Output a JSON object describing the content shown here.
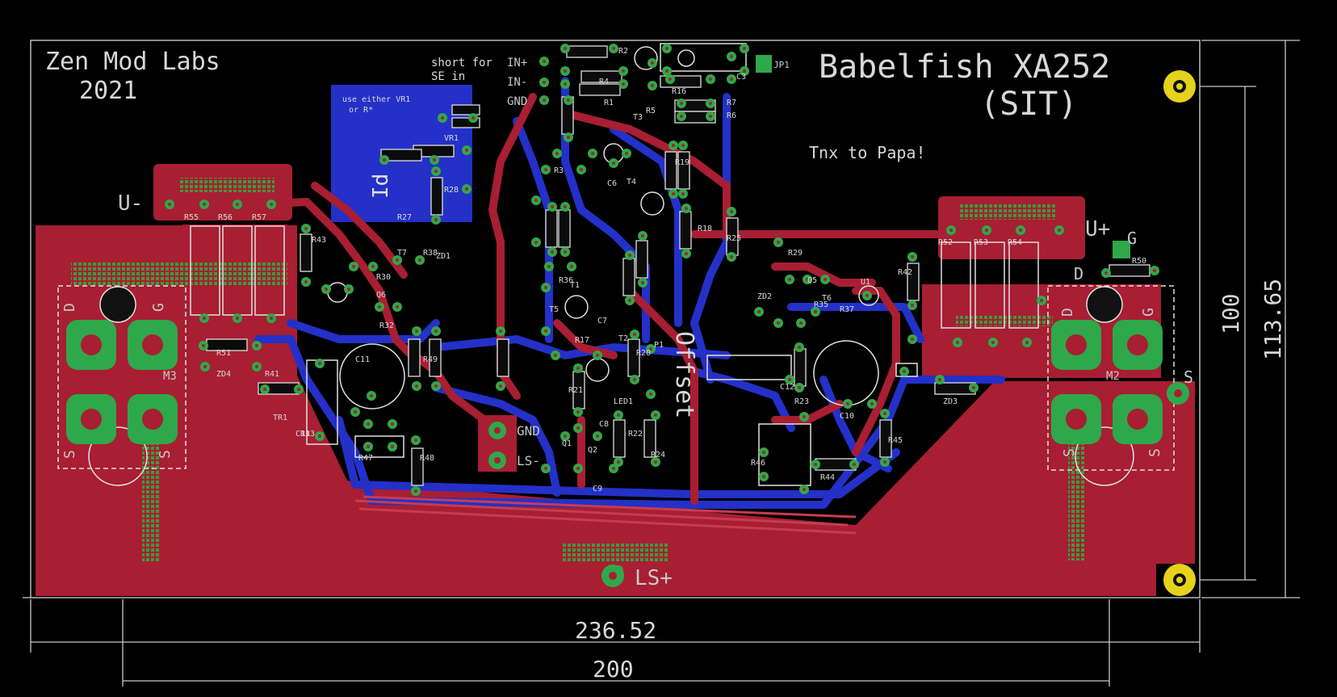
{
  "board": {
    "brand": "Zen Mod Labs",
    "year": "2021",
    "product": "Babelfish XA252",
    "variant": "(SIT)",
    "thanks": "Tnx to Papa!",
    "offset_label": "Offset",
    "silk_note_1": "use either VR1",
    "silk_note_2": "or R*",
    "short_for": "short for",
    "se_in": "SE in",
    "dim_width_outer": "236.52",
    "dim_width_inner": "200",
    "dim_height_outer": "113.65",
    "dim_height_inner": "100"
  },
  "terminals": {
    "u_minus": "U-",
    "u_plus": "U+",
    "g_right": "G",
    "d_right": "D",
    "s_right": "S",
    "d_left": "D",
    "g_left": "G",
    "s_left_1": "S",
    "s_left_2": "S",
    "d_right_2": "D",
    "g_right_2": "G",
    "s_right_1": "S",
    "s_right_2": "S",
    "m2": "M2",
    "m3": "M3",
    "gnd_out": "GND",
    "ls_minus": "LS-",
    "ls_plus": "LS+",
    "in_plus": "IN+",
    "in_minus": "IN-",
    "gnd_in": "GND",
    "jp1": "JP1"
  },
  "component_labels": [
    "R55",
    "R56",
    "R57",
    "R52",
    "R53",
    "R54",
    "R43",
    "R51",
    "ZD4",
    "R41",
    "TR1",
    "R13",
    "R47",
    "R48",
    "R49",
    "R50",
    "R42",
    "R45",
    "ZD3",
    "R44",
    "R46",
    "C10",
    "C12",
    "C11",
    "C13",
    "C3",
    "C6",
    "C7",
    "C8",
    "C9",
    "R1",
    "R2",
    "R3",
    "R4",
    "R5",
    "R6",
    "R7",
    "R16",
    "R17",
    "R18",
    "R19",
    "R20",
    "R21",
    "R22",
    "R23",
    "R24",
    "R25",
    "R27",
    "R28",
    "R29",
    "R30",
    "R32",
    "R36",
    "R38",
    "LED1",
    "P1",
    "U1",
    "VR1",
    "ZD1",
    "ZD2",
    "Q1",
    "Q2",
    "T1",
    "T2",
    "T3",
    "T4",
    "T5",
    "T6",
    "T7",
    "R35",
    "R37",
    "Q5",
    "Q6"
  ],
  "colors": {
    "background": "#000000",
    "board_outline": "#c8c8c8",
    "top_copper": "#a81e32",
    "bottom_copper": "#2430c8",
    "pad": "#2ea84a",
    "silkscreen": "#d8d8d8",
    "mount_hole": "#e4d21c"
  }
}
